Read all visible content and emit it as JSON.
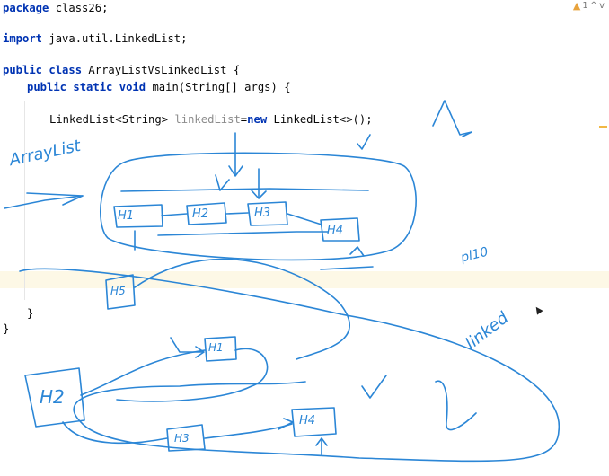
{
  "editor": {
    "lines": {
      "l1": {
        "kw": "package",
        "rest": " class26;"
      },
      "l3": {
        "kw": "import",
        "rest": " java.util.LinkedList;"
      },
      "l5": {
        "kw1": "public",
        "kw2": "class",
        "rest": " ArrayListVsLinkedList {"
      },
      "l6": {
        "kw1": "public",
        "kw2": "static",
        "kw3": "void",
        "rest": " main(String[] args) {"
      },
      "l8": {
        "pre": "LinkedList<String> ",
        "var": "linkedList",
        "mid": "=",
        "kw": "new",
        "rest": " LinkedList<>();"
      },
      "l13": {
        "text": "}"
      },
      "l14": {
        "text": "}"
      }
    },
    "inspection": {
      "warnings_icon": "warning-icon",
      "count": "1",
      "chevron": "^",
      "chevron2": "v"
    }
  },
  "annotations": {
    "arraylist_label": "ArrayList",
    "linkedlist_label": "linked",
    "top_nodes": [
      "H1",
      "H2",
      "H3",
      "H4"
    ],
    "insert_node": "H5",
    "bottom_nodes": [
      "H1",
      "H2",
      "H3",
      "H4"
    ],
    "note_pl10": "pl10"
  },
  "colors": {
    "ink": "#2b86d6",
    "keyword": "#0033b3",
    "highlight": "#fdf8e6"
  }
}
